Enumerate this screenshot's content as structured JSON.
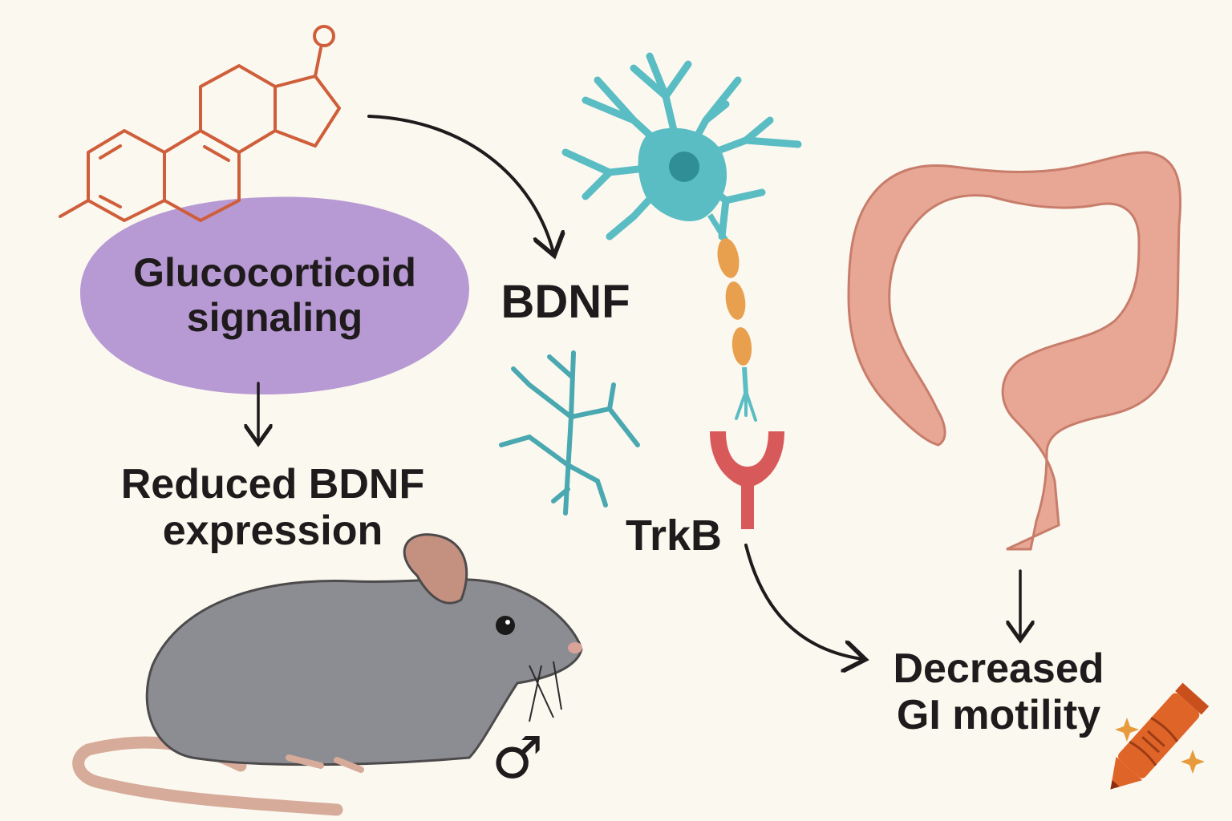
{
  "colors": {
    "background": "#fbf8f0",
    "steroid": "#cf5e3a",
    "glucocorticoid_blob": "#b79ad3",
    "neuron": "#5bbdc4",
    "neuron_nucleus": "#2f8e96",
    "myelin": "#e8a04e",
    "receptor": "#d8595a",
    "colon": "#e8a795",
    "mouse": "#8c8d92",
    "mouse_ear": "#c49181",
    "mouse_tail": "#d7ab9a",
    "crayon": "#df6428",
    "sparkle": "#e79b3c",
    "text": "#1f1b1c"
  },
  "labels": {
    "glucocorticoid_line1": "Glucocorticoid",
    "glucocorticoid_line2": "signaling",
    "reduced_line1": "Reduced BDNF",
    "reduced_line2": "expression",
    "bdnf": "BDNF",
    "trkb": "TrkB",
    "decreased_line1": "Decreased",
    "decreased_line2": "GI motility",
    "male_symbol": "♂"
  },
  "icons": [
    "steroid-molecule-icon",
    "neuron-icon",
    "dendrite-fragment-icon",
    "trkb-receptor-icon",
    "colon-icon",
    "mouse-icon",
    "crayon-icon",
    "sparkle-icon"
  ]
}
